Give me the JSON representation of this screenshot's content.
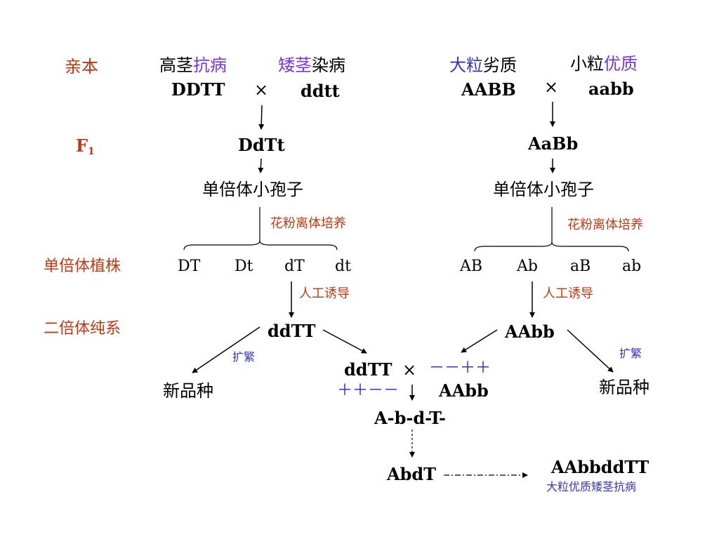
{
  "row_labels": {
    "parents": "亲本",
    "f1_main": "F",
    "f1_sub": "1",
    "haploid_plants": "单倍体植株",
    "diploid_pure": "二倍体纯系"
  },
  "left": {
    "parent1_part1": "高茎",
    "parent1_part2": "抗病",
    "parent2_part1": "矮茎",
    "parent2_part2": "染病",
    "genotype1": "DDTT",
    "cross": "×",
    "genotype2": "ddtt",
    "f1": "DdTt",
    "microspore": "单倍体小孢子",
    "culture": "花粉离体培养",
    "haploids": [
      "DT",
      "Dt",
      "dT",
      "dt"
    ],
    "induce": "人工诱导",
    "pure": "ddTT",
    "expand": "扩繁",
    "new_variety": "新品种"
  },
  "right": {
    "parent1_part1": "大粒",
    "parent1_part2": "劣质",
    "parent2_part1": "小粒",
    "parent2_part2": "优质",
    "genotype1": "AABB",
    "cross": "×",
    "genotype2": "aabb",
    "f1": "AaBb",
    "microspore": "单倍体小孢子",
    "culture": "花粉离体培养",
    "haploids": [
      "AB",
      "Ab",
      "aB",
      "ab"
    ],
    "induce": "人工诱导",
    "pure": "AAbb",
    "expand": "扩繁",
    "new_variety": "新品种"
  },
  "center": {
    "cross_left": "ddTT",
    "cross_sign": "×",
    "marks_top": "－－＋＋",
    "marks_bottom": "＋＋－－",
    "cross_right": "AAbb",
    "offspring": "A-b-d-T-",
    "selected": "AbdT",
    "final": "AAbbddTT",
    "final_desc": "大粒优质矮茎抗病"
  },
  "colors": {
    "label_red": "#c8350f",
    "blue": "#3333cc",
    "purple": "#7b33e6"
  }
}
